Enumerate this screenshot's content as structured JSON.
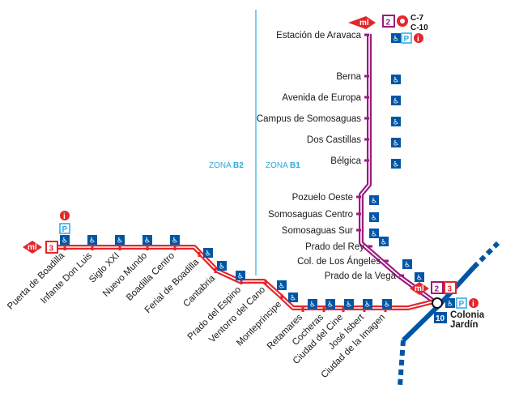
{
  "colors": {
    "metro_ligero": "#e3262a",
    "line2": "#9c1a7f",
    "line3": "#e3262a",
    "line10": "#0056a4",
    "zone_divider": "#29a9e1",
    "accessibility": "#0056a4",
    "parking": "#29a9e1"
  },
  "zones": {
    "b2_prefix": "ZONA",
    "b2_code": "B2",
    "b1_prefix": "ZONA",
    "b1_code": "B1"
  },
  "line2": {
    "number": "2",
    "logo": "ml",
    "cercanias_1": "C-7",
    "cercanias_2": "C-10",
    "stations": [
      {
        "name": "Estación de Aravaca",
        "accessible": true
      },
      {
        "name": "Berna",
        "accessible": true
      },
      {
        "name": "Avenida de Europa",
        "accessible": true
      },
      {
        "name": "Campus de Somosaguas",
        "accessible": true
      },
      {
        "name": "Dos Castillas",
        "accessible": true
      },
      {
        "name": "Bélgica",
        "accessible": true
      },
      {
        "name": "Pozuelo Oeste",
        "accessible": true
      },
      {
        "name": "Somosaguas Centro",
        "accessible": true
      },
      {
        "name": "Somosaguas Sur",
        "accessible": true
      },
      {
        "name": "Prado del Rey",
        "accessible": true
      },
      {
        "name": "Col. de Los Ángeles",
        "accessible": true
      },
      {
        "name": "Prado de la Vega",
        "accessible": true
      }
    ]
  },
  "line3": {
    "number": "3",
    "logo": "ml",
    "stations": [
      {
        "name": "Puerta de Boadilla",
        "accessible": true
      },
      {
        "name": "Infante Don Luis",
        "accessible": true
      },
      {
        "name": "Siglo XXI",
        "accessible": true
      },
      {
        "name": "Nuevo Mundo",
        "accessible": true
      },
      {
        "name": "Boadilla Centro",
        "accessible": true
      },
      {
        "name": "Ferial de Boadilla",
        "accessible": true
      },
      {
        "name": "Cantabria",
        "accessible": true
      },
      {
        "name": "Prado del Espino",
        "accessible": true
      },
      {
        "name": "Ventorro del Cano",
        "accessible": true
      },
      {
        "name": "Montepríncipe",
        "accessible": true
      },
      {
        "name": "Retamares",
        "accessible": true
      },
      {
        "name": "Cocheras",
        "accessible": true
      },
      {
        "name": "Ciudad del Cine",
        "accessible": true
      },
      {
        "name": "José Isbert",
        "accessible": true
      },
      {
        "name": "Ciudad de la Imagen",
        "accessible": true
      }
    ]
  },
  "interchange": {
    "line2_badge": "2",
    "line3_badge": "3",
    "metro_line": "10",
    "name_line1": "Colonia",
    "name_line2": "Jardín",
    "logo": "ml"
  },
  "icons": {
    "accessibility": "wheelchair-icon",
    "parking": "P",
    "info": "i"
  }
}
